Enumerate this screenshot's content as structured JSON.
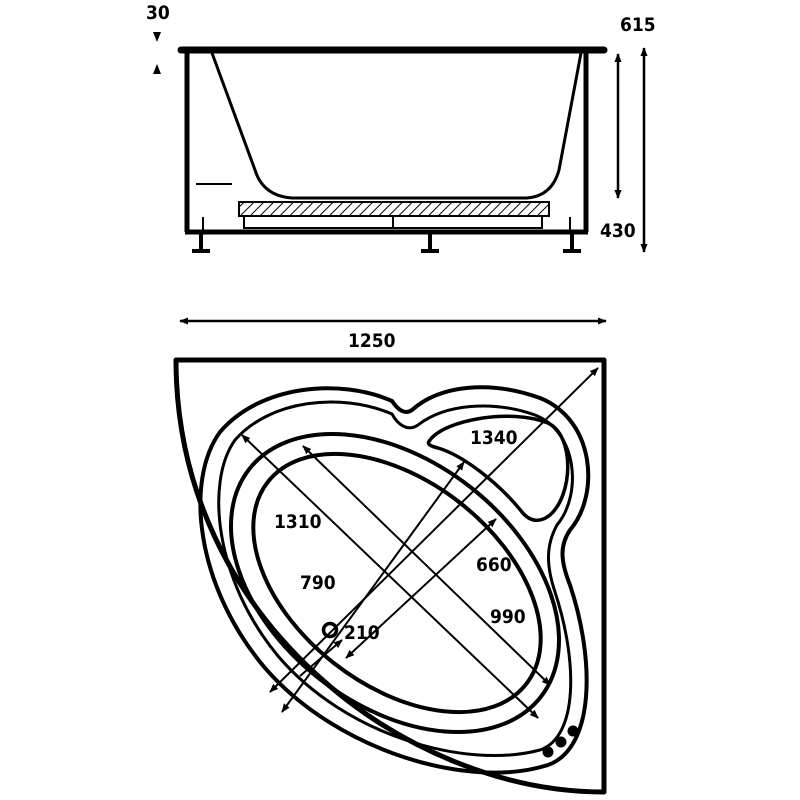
{
  "side_view": {
    "rim_thickness": "30",
    "total_height": "615",
    "base_height": "430"
  },
  "top_view": {
    "width": "1250",
    "seat_diagonal": "1340",
    "outer_length": "1310",
    "inner_length": "990",
    "outer_width": "790",
    "inner_width": "660",
    "drain_diameter": "210"
  },
  "colors": {
    "line": "#000000",
    "background": "#ffffff"
  }
}
